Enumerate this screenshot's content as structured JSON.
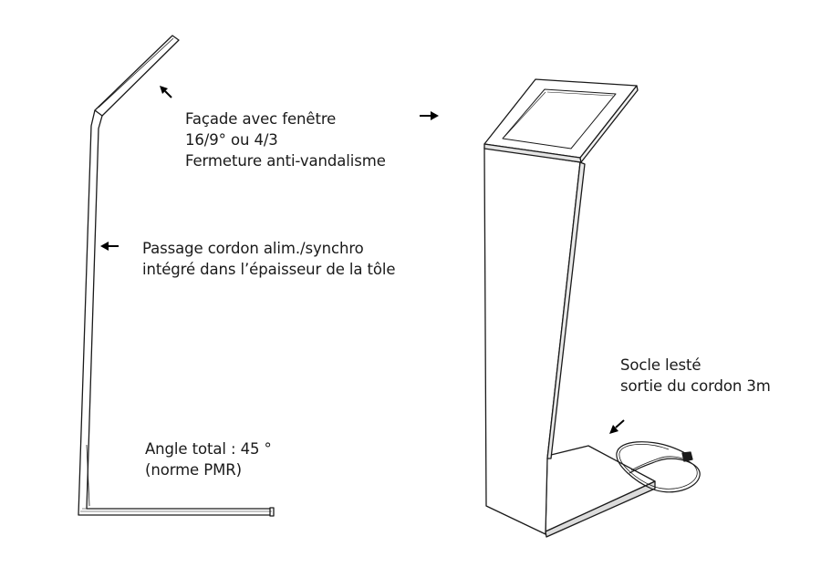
{
  "labels": {
    "facade": {
      "lines": [
        "Façade avec fenêtre",
        "16/9° ou  4/3",
        "Fermeture anti-vandalisme"
      ]
    },
    "passage": {
      "lines": [
        "Passage cordon alim./synchro",
        "intégré dans l’épaisseur de la tôle"
      ]
    },
    "angle": {
      "lines": [
        "Angle total : 45 °",
        "(norme PMR)"
      ]
    },
    "socle": {
      "lines": [
        "Socle lesté",
        "sortie du cordon 3m"
      ]
    }
  },
  "colors": {
    "line": "#1a1a1a",
    "face": "#ffffff",
    "shade": "#e9e9e9"
  }
}
